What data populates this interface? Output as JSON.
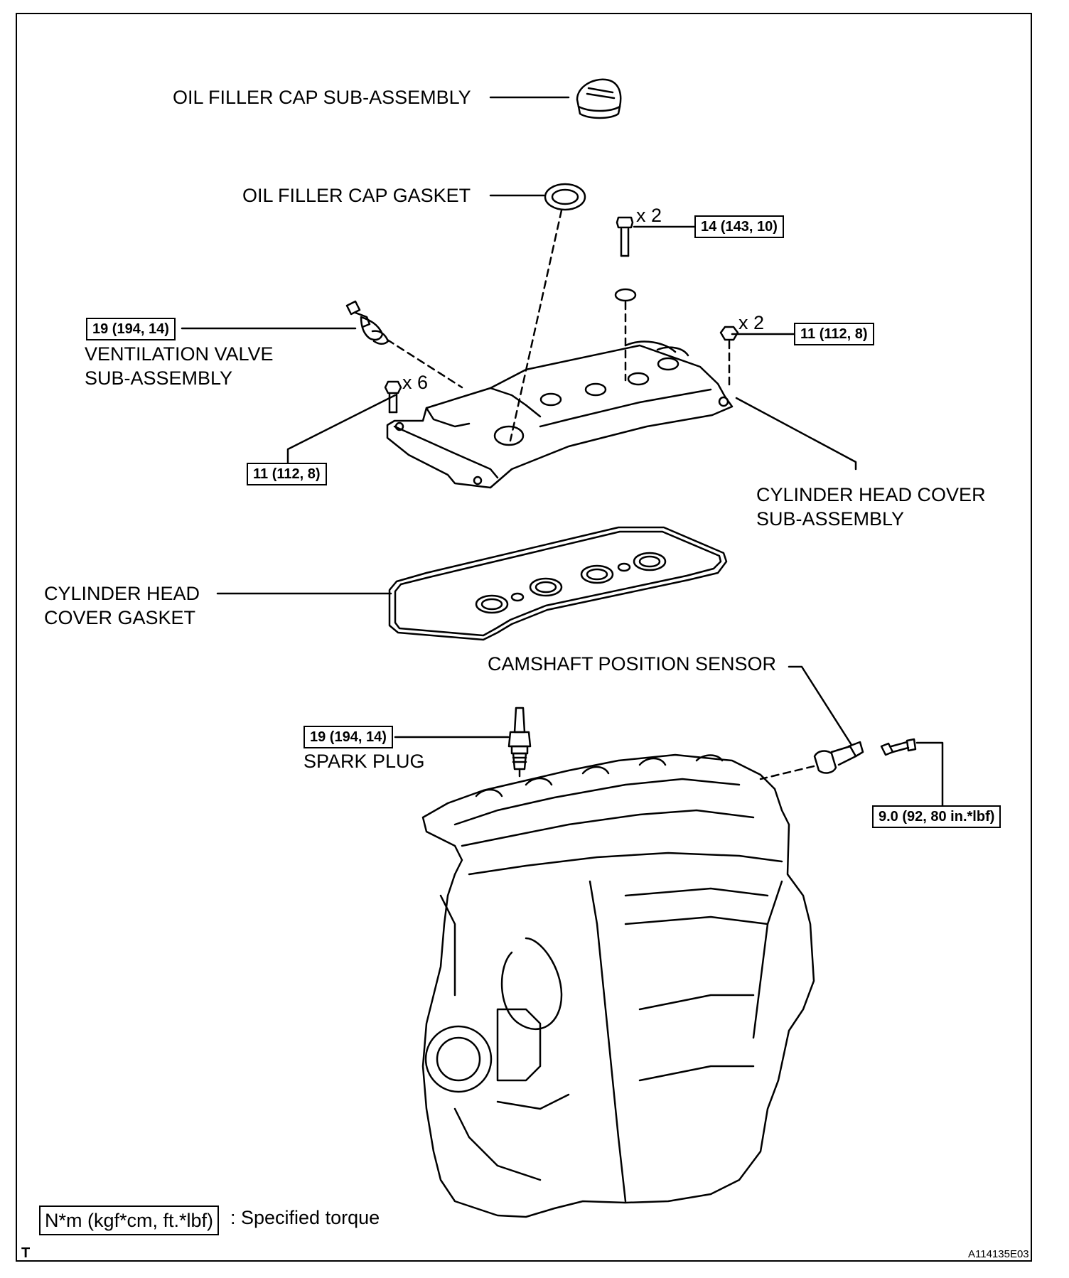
{
  "labels": {
    "oil_filler_cap": "OIL FILLER CAP SUB-ASSEMBLY",
    "oil_filler_cap_gasket": "OIL FILLER CAP GASKET",
    "ventilation_valve": "VENTILATION VALVE\nSUB-ASSEMBLY",
    "cylinder_head_cover": "CYLINDER HEAD COVER\nSUB-ASSEMBLY",
    "cylinder_head_cover_gasket": "CYLINDER HEAD\nCOVER GASKET",
    "camshaft_position_sensor": "CAMSHAFT POSITION SENSOR",
    "spark_plug": "SPARK PLUG"
  },
  "torques": {
    "ventilation_valve": "19 (194, 14)",
    "cover_bolt_top": "14 (143, 10)",
    "cover_nut_right": "11 (112, 8)",
    "cover_bolts_left": "11 (112, 8)",
    "spark_plug": "19 (194, 14)",
    "camshaft_sensor_bolt": "9.0 (92, 80 in.*lbf)"
  },
  "quantities": {
    "cover_bolt_top": "x 2",
    "cover_nut_right": "x 2",
    "cover_bolts_left": "x 6"
  },
  "legend": {
    "unit_box": "N*m (kgf*cm, ft.*lbf)",
    "text": ": Specified torque"
  },
  "footer": {
    "corner_letter": "T",
    "figure_id": "A114135E03"
  }
}
